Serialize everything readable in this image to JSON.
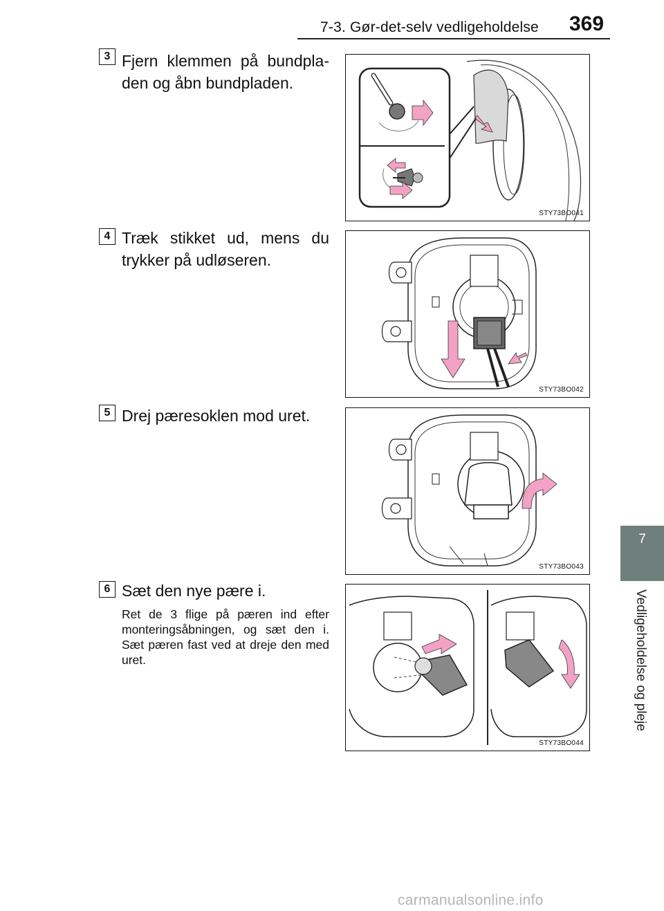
{
  "header": {
    "section_title": "7-3. Gør-det-selv vedligeholdelse",
    "page_number": "369"
  },
  "chapter_tab": {
    "number": "7",
    "title": "Vedligeholdelse og pleje"
  },
  "steps": [
    {
      "number": "3",
      "text": "Fjern klemmen på bundpla-den og åbn bundpladen.",
      "figure_code": "STY73BO041"
    },
    {
      "number": "4",
      "text": "Træk stikket ud, mens du trykker på udløseren.",
      "figure_code": "STY73BO042"
    },
    {
      "number": "5",
      "text": "Drej pæresoklen mod uret.",
      "figure_code": "STY73BO043"
    },
    {
      "number": "6",
      "text": "Sæt den nye pære i.",
      "note": "Ret de 3 flige på pæren ind efter monteringsåbningen, og sæt den i. Sæt pæren fast ved at dreje den med uret.",
      "figure_code": "STY73BO044"
    }
  ],
  "colors": {
    "arrow": "#f2a3c5",
    "tab": "#6f7f7c"
  },
  "watermark": "carmanualsonline.info"
}
